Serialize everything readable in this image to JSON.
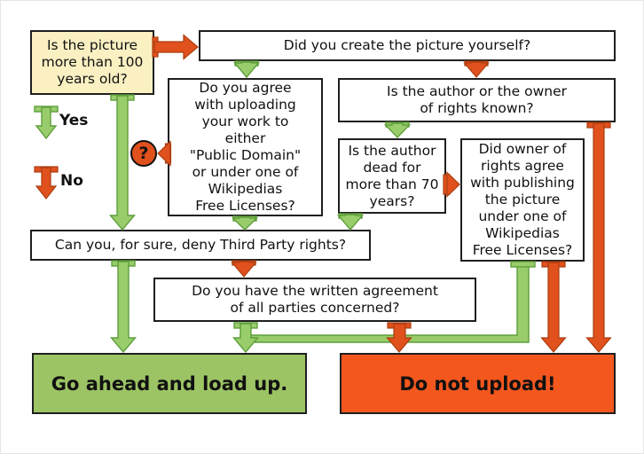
{
  "colors": {
    "background": "#ffffff",
    "text": "#111111",
    "box_border": "#1f1f1f",
    "yellow_box": "#faf0c2",
    "green_box": "#9cc464",
    "orange_box": "#f4571e",
    "green_arrow": "#99cd6b",
    "green_arrow_border": "#5f9e3c",
    "red_arrow": "#e0511d",
    "red_arrow_border": "#aa3e10"
  },
  "legend": {
    "yes": "Yes",
    "no": "No"
  },
  "nodes": {
    "start": "Is the picture\nmore than 100\nyears old?",
    "create": "Did you create the picture yourself?",
    "agree": "Do you agree\nwith uploading\nyour work to\neither\n\"Public Domain\"\nor under one of\nWikipedias\nFree Licenses?",
    "known": "Is the author or the owner\nof rights known?",
    "dead": "Is the author\ndead for\nmore than 70\nyears?",
    "owner": "Did owner of\nrights agree\nwith publishing\nthe picture\nunder one of\nWikipedias\nFree Licenses?",
    "deny": "Can you, for sure, deny Third Party rights?",
    "written": "Do you have the written agreement\nof all parties concerned?",
    "question_mark": "?"
  },
  "terminals": {
    "go_ahead": "Go ahead and load up.",
    "do_not_upload": "Do not upload!"
  }
}
